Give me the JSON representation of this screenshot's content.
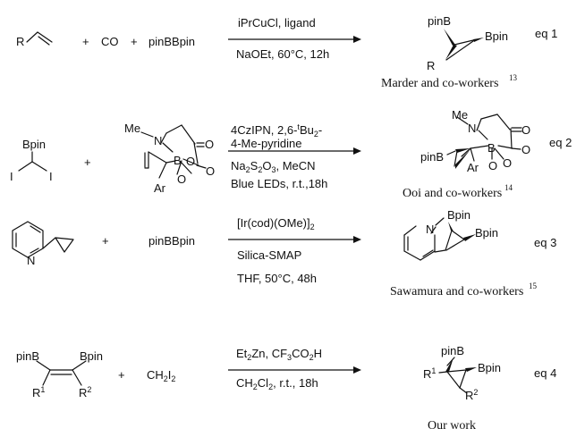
{
  "reactions": [
    {
      "eq": "eq 1",
      "reactants": {
        "alkene_r": "R",
        "plus1": "+",
        "co": "CO",
        "plus2": "+",
        "reagent": "pinBBpin"
      },
      "conditions_top": "iPrCuCl, ligand",
      "conditions_bottom": "NaOEt, 60°C, 12h",
      "product": {
        "boron1": "pinB",
        "boron2": "Bpin",
        "r": "R"
      },
      "reference": {
        "text": "Marder and co-workers",
        "num": "13"
      }
    },
    {
      "eq": "eq 2",
      "reactants": {
        "bpin": "Bpin",
        "i1": "I",
        "i2": "I",
        "plus": "+",
        "me": "Me",
        "n": "N",
        "b": "B",
        "o_top": "O",
        "o_mid": "O",
        "o_bot": "O",
        "o_ring": "O",
        "ar": "Ar"
      },
      "conditions": {
        "line1_a": "4CzIPN, 2,6-",
        "line1_t": "t",
        "line1_b": "Bu",
        "line1_sub": "2",
        "line1_c": "-",
        "line2": "4-Me-pyridine",
        "line3_a": "Na",
        "line3_s1": "2",
        "line3_b": "S",
        "line3_s2": "2",
        "line3_c": "O",
        "line3_s3": "3",
        "line3_d": ", MeCN",
        "line4": "Blue LEDs, r.t.,18h"
      },
      "product": {
        "pinb": "pinB",
        "me": "Me",
        "n": "N",
        "b": "B",
        "o1": "O",
        "o2": "O",
        "o3": "O",
        "o4": "O",
        "ar": "Ar"
      },
      "reference": {
        "text": "Ooi and co-workers",
        "num": "14"
      }
    },
    {
      "eq": "eq 3",
      "reactants": {
        "n": "N",
        "plus": "+",
        "reagent": "pinBBpin"
      },
      "conditions": {
        "cat_a": "[Ir(cod)(OMe)]",
        "cat_sub": "2",
        "line2": "Silica-SMAP",
        "line3": "THF, 50°C, 48h"
      },
      "product": {
        "n": "N",
        "bpin1": "Bpin",
        "bpin2": "Bpin"
      },
      "reference": {
        "text": "Sawamura and co-workers",
        "num": "15"
      }
    },
    {
      "eq": "eq 4",
      "reactants": {
        "pinb": "pinB",
        "bpin": "Bpin",
        "r1": "R",
        "r1_sup": "1",
        "r2": "R",
        "r2_sup": "2",
        "plus": "+",
        "ch": "CH",
        "ch_sub": "2",
        "i": "I",
        "i_sub": "2"
      },
      "conditions": {
        "top_a": "Et",
        "top_s1": "2",
        "top_b": "Zn, CF",
        "top_s2": "3",
        "top_c": "CO",
        "top_s3": "2",
        "top_d": "H",
        "bot_a": "CH",
        "bot_s1": "2",
        "bot_b": "Cl",
        "bot_s2": "2",
        "bot_c": ", r.t., 18h"
      },
      "product": {
        "pinb": "pinB",
        "bpin": "Bpin",
        "r1": "R",
        "r1_sup": "1",
        "r2": "R",
        "r2_sup": "2"
      },
      "reference": {
        "text": "Our work"
      }
    }
  ]
}
